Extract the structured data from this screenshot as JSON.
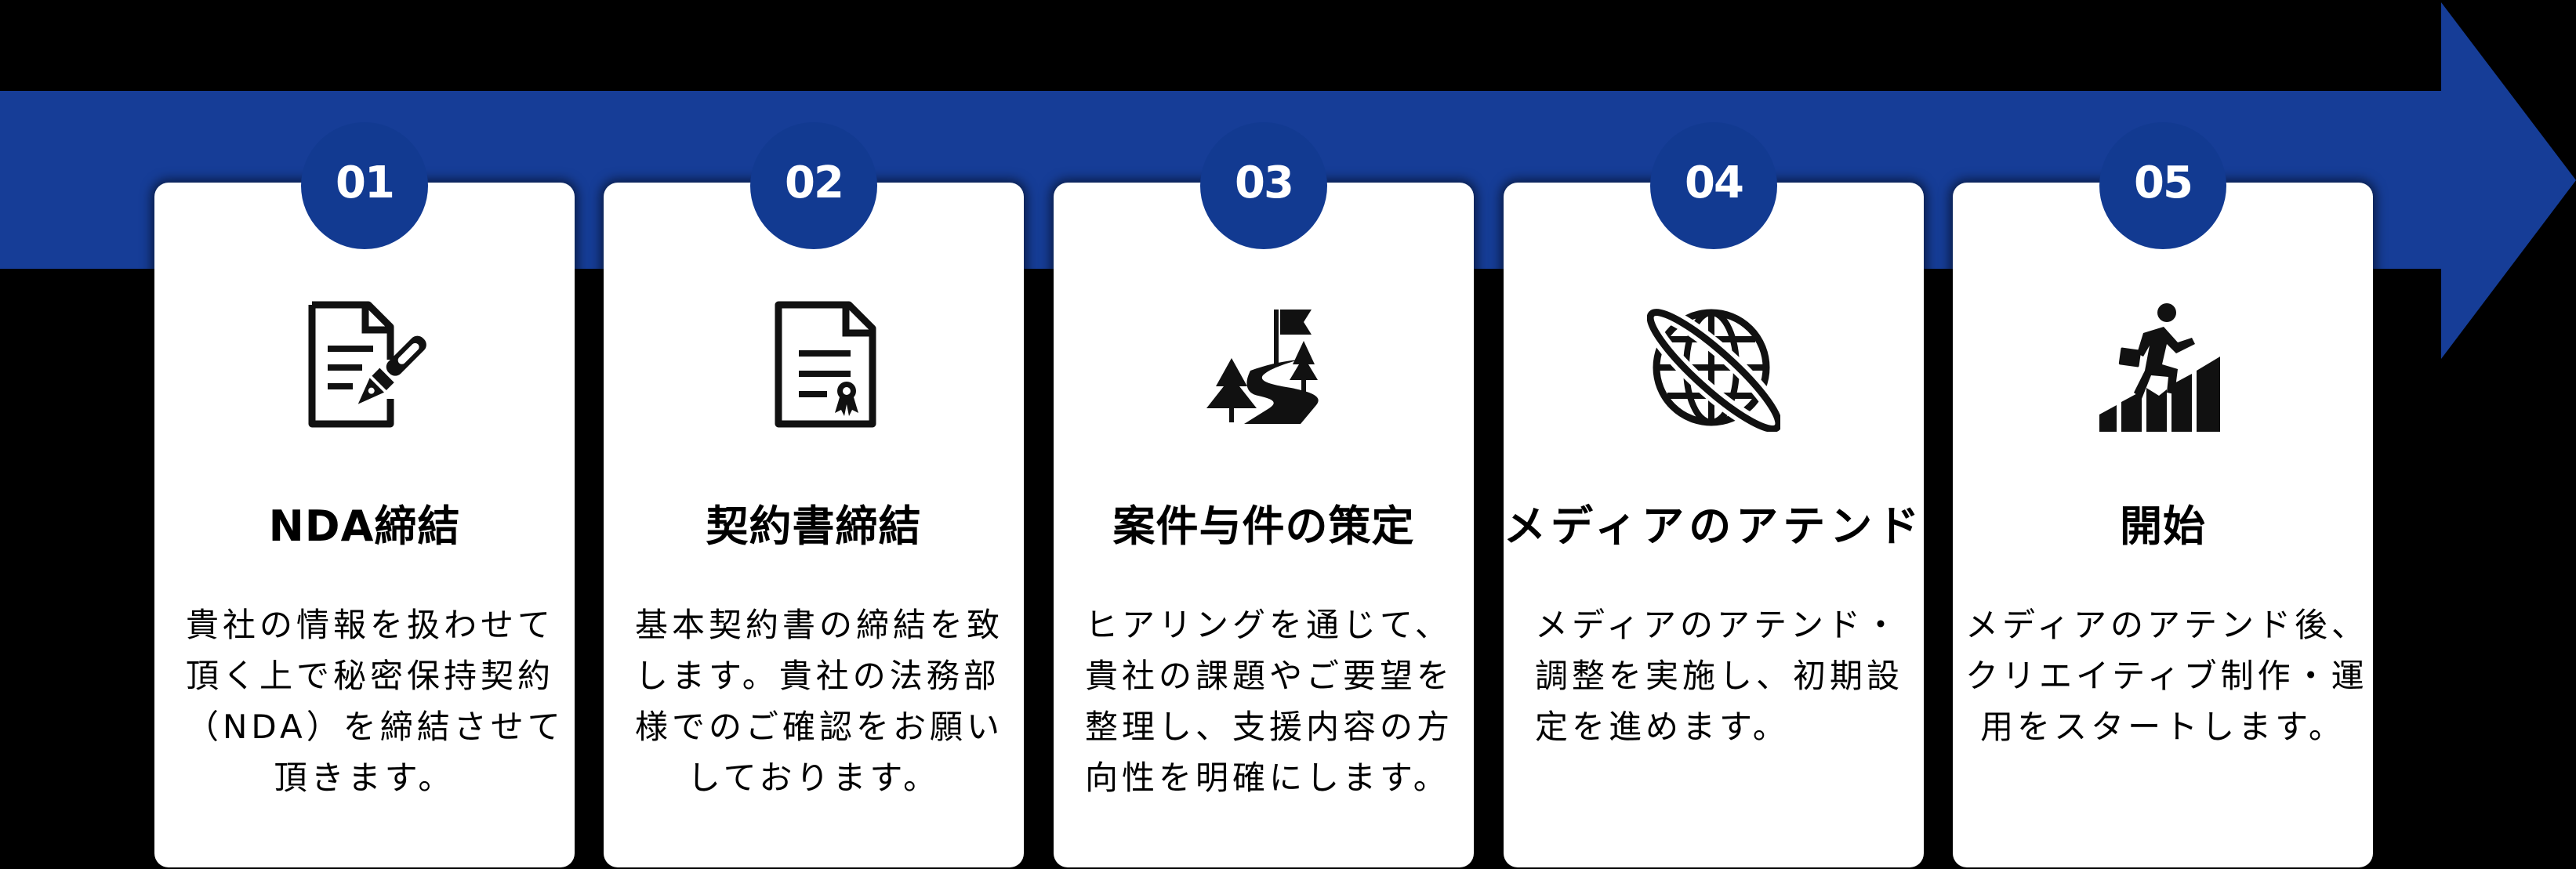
{
  "colors": {
    "background": "#000000",
    "band": "#163d97",
    "badge": "#123a91",
    "card": "#ffffff",
    "text": "#000000"
  },
  "steps": [
    {
      "number": "01",
      "icon": "document-signing-pen-icon",
      "title": "NDA締結",
      "body_lines": [
        "貴社の情報を扱わせて",
        "頂く上で秘密保持契約",
        "（NDA）を締結させて",
        "頂きます。"
      ]
    },
    {
      "number": "02",
      "icon": "contract-certificate-icon",
      "title": "契約書締結",
      "body_lines": [
        "基本契約書の締結を致",
        "します。貴社の法務部",
        "様でのご確認をお願い",
        "しております。"
      ]
    },
    {
      "number": "03",
      "icon": "road-flag-goal-icon",
      "title": "案件与件の策定",
      "body_lines": [
        "ヒアリングを通じて、",
        "貴社の課題やご要望を",
        "整理し、支援内容の方",
        "向性を明確にします。"
      ]
    },
    {
      "number": "04",
      "icon": "globe-orbit-icon",
      "title": "メディアのアテンド",
      "body_lines": [
        "メディアのアテンド・",
        "調整を実施し、初期設",
        "定を進めます。"
      ]
    },
    {
      "number": "05",
      "icon": "businessman-climbing-growth-icon",
      "title": "開始",
      "body_lines": [
        "メディアのアテンド後、",
        "クリエイティブ制作・運",
        "用をスタートします。"
      ]
    }
  ]
}
